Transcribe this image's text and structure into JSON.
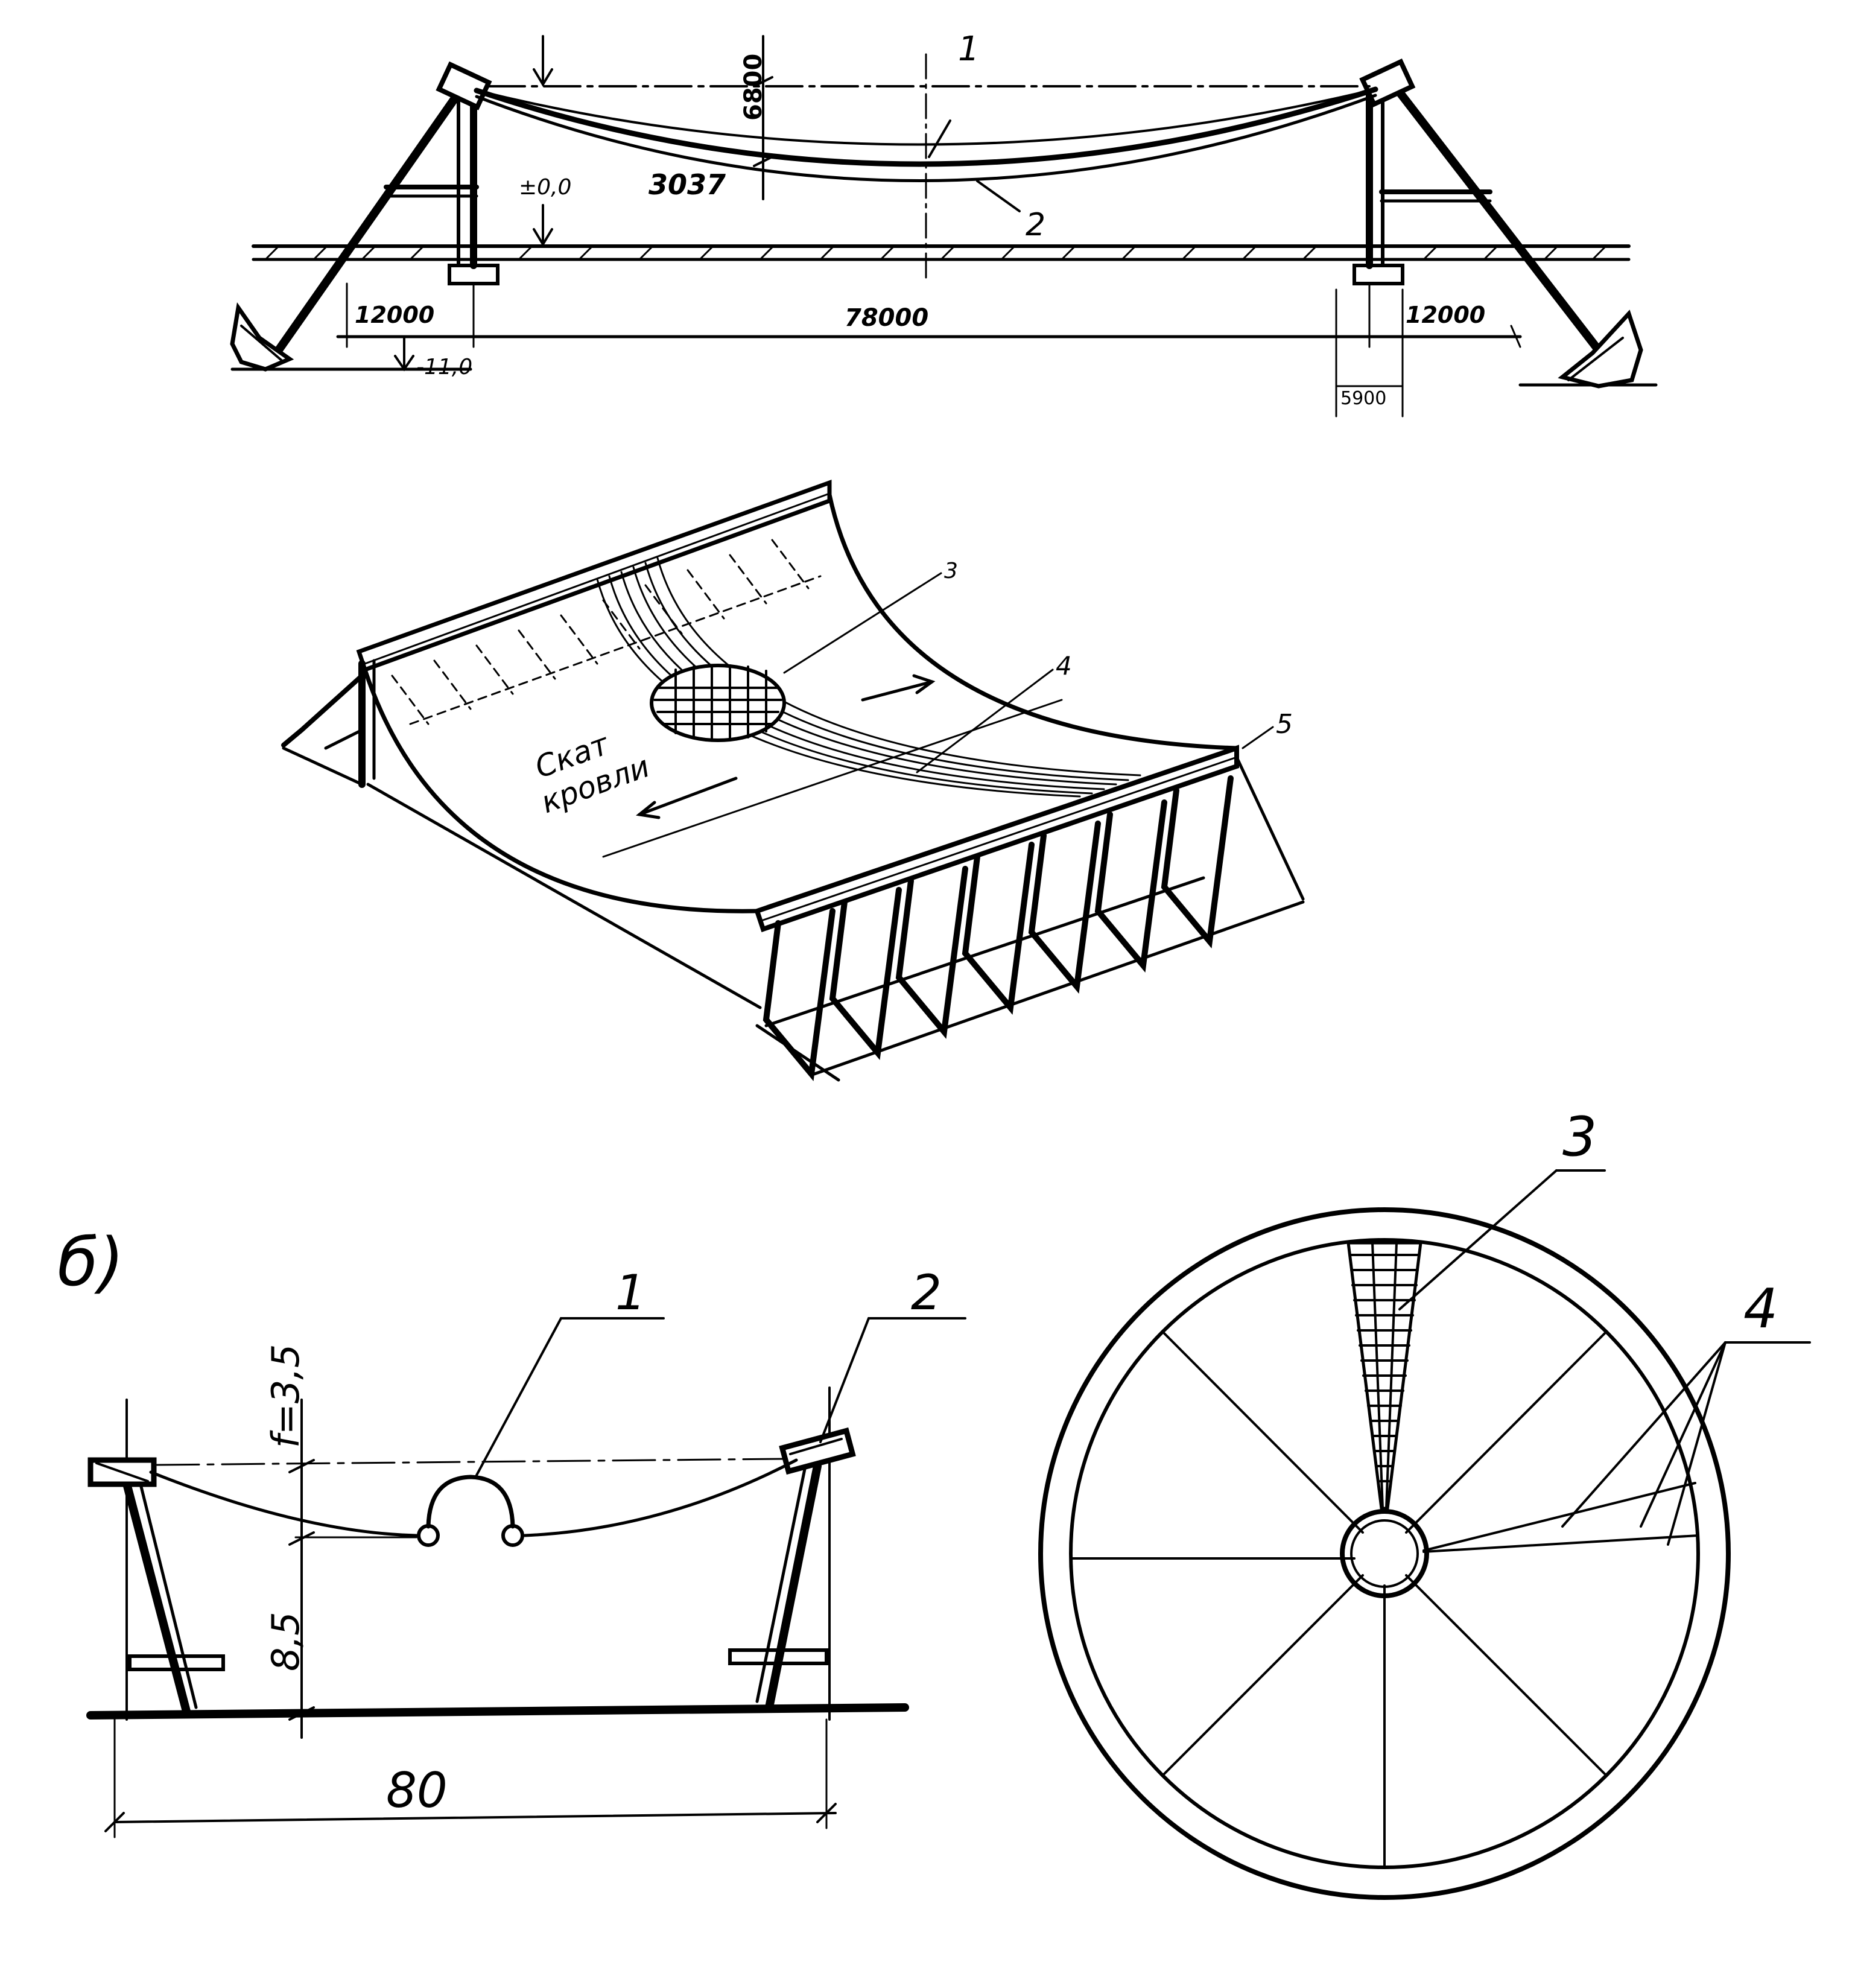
{
  "fig_top": {
    "labels": {
      "cable_1": "1",
      "cable_2": "2",
      "dim_sag": "6800",
      "dim_lower": "3037",
      "elev_zero": "±0,0",
      "elev_bottom": "-11,0",
      "span_left": "12000",
      "span_main": "78000",
      "span_right": "12000",
      "footing_width": "5900"
    }
  },
  "fig_perspective": {
    "labels": {
      "item_3": "3",
      "item_4": "4",
      "item_5": "5",
      "slope_line1": "Скат",
      "slope_line2": "кровли"
    }
  },
  "fig_b": {
    "labels": {
      "title": "б)",
      "item_1": "1",
      "item_2": "2",
      "sag": "f=3,5",
      "height": "8,5",
      "span": "80"
    }
  },
  "fig_plan": {
    "labels": {
      "item_3": "3",
      "item_4": "4"
    }
  },
  "colors": {
    "ink": "#000000",
    "paper": "#ffffff"
  }
}
